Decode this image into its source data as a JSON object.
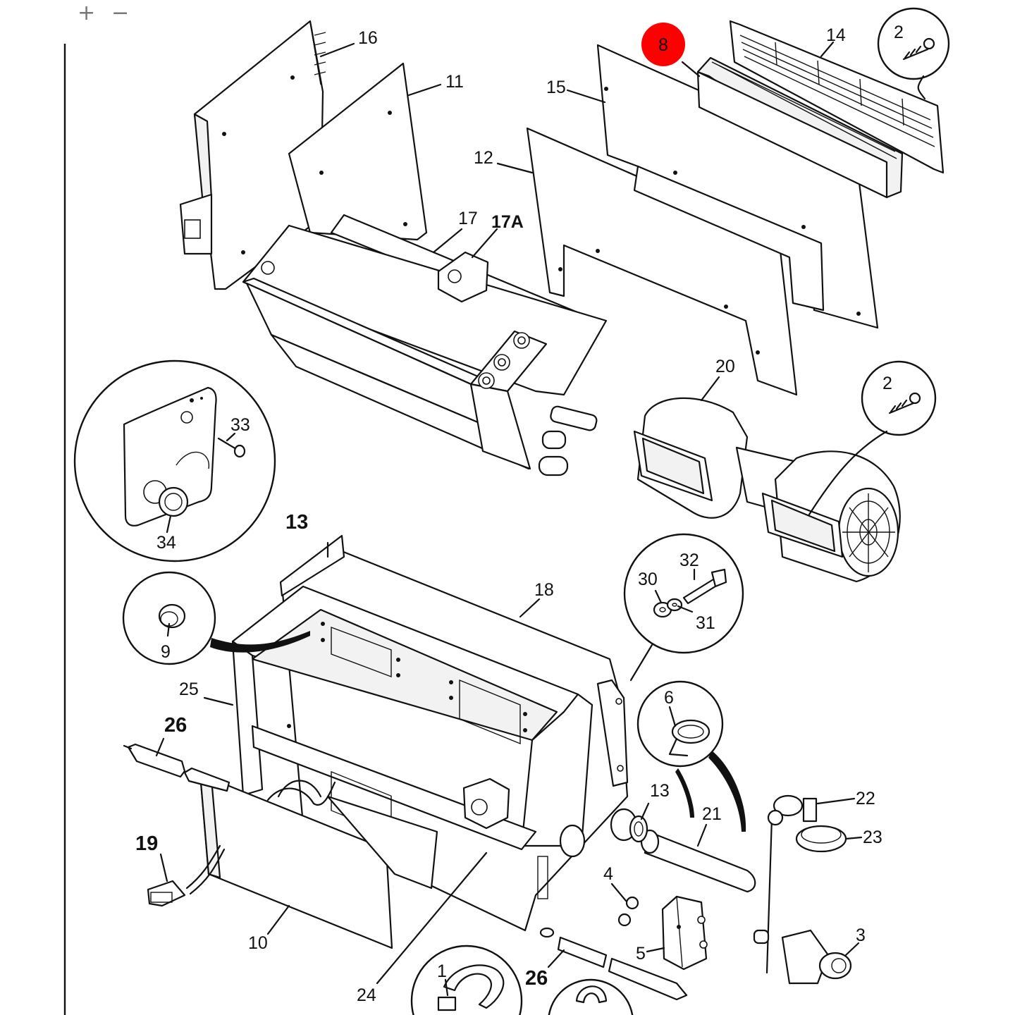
{
  "zoom": {
    "in_label": "+",
    "out_label": "−"
  },
  "highlight": {
    "label": "8",
    "color": "#ff0000"
  },
  "callouts": {
    "c1": "1",
    "c2a": "2",
    "c2b": "2",
    "c3": "3",
    "c4": "4",
    "c5": "5",
    "c6": "6",
    "c9": "9",
    "c10": "10",
    "c11": "11",
    "c12": "12",
    "c13a": "13",
    "c13b": "13",
    "c14": "14",
    "c15": "15",
    "c16": "16",
    "c17": "17",
    "c17a": "17A",
    "c18": "18",
    "c19": "19",
    "c20": "20",
    "c21": "21",
    "c22": "22",
    "c23": "23",
    "c24": "24",
    "c25": "25",
    "c26a": "26",
    "c26b": "26",
    "c30": "30",
    "c31": "31",
    "c32": "32",
    "c33": "33",
    "c34": "34"
  }
}
